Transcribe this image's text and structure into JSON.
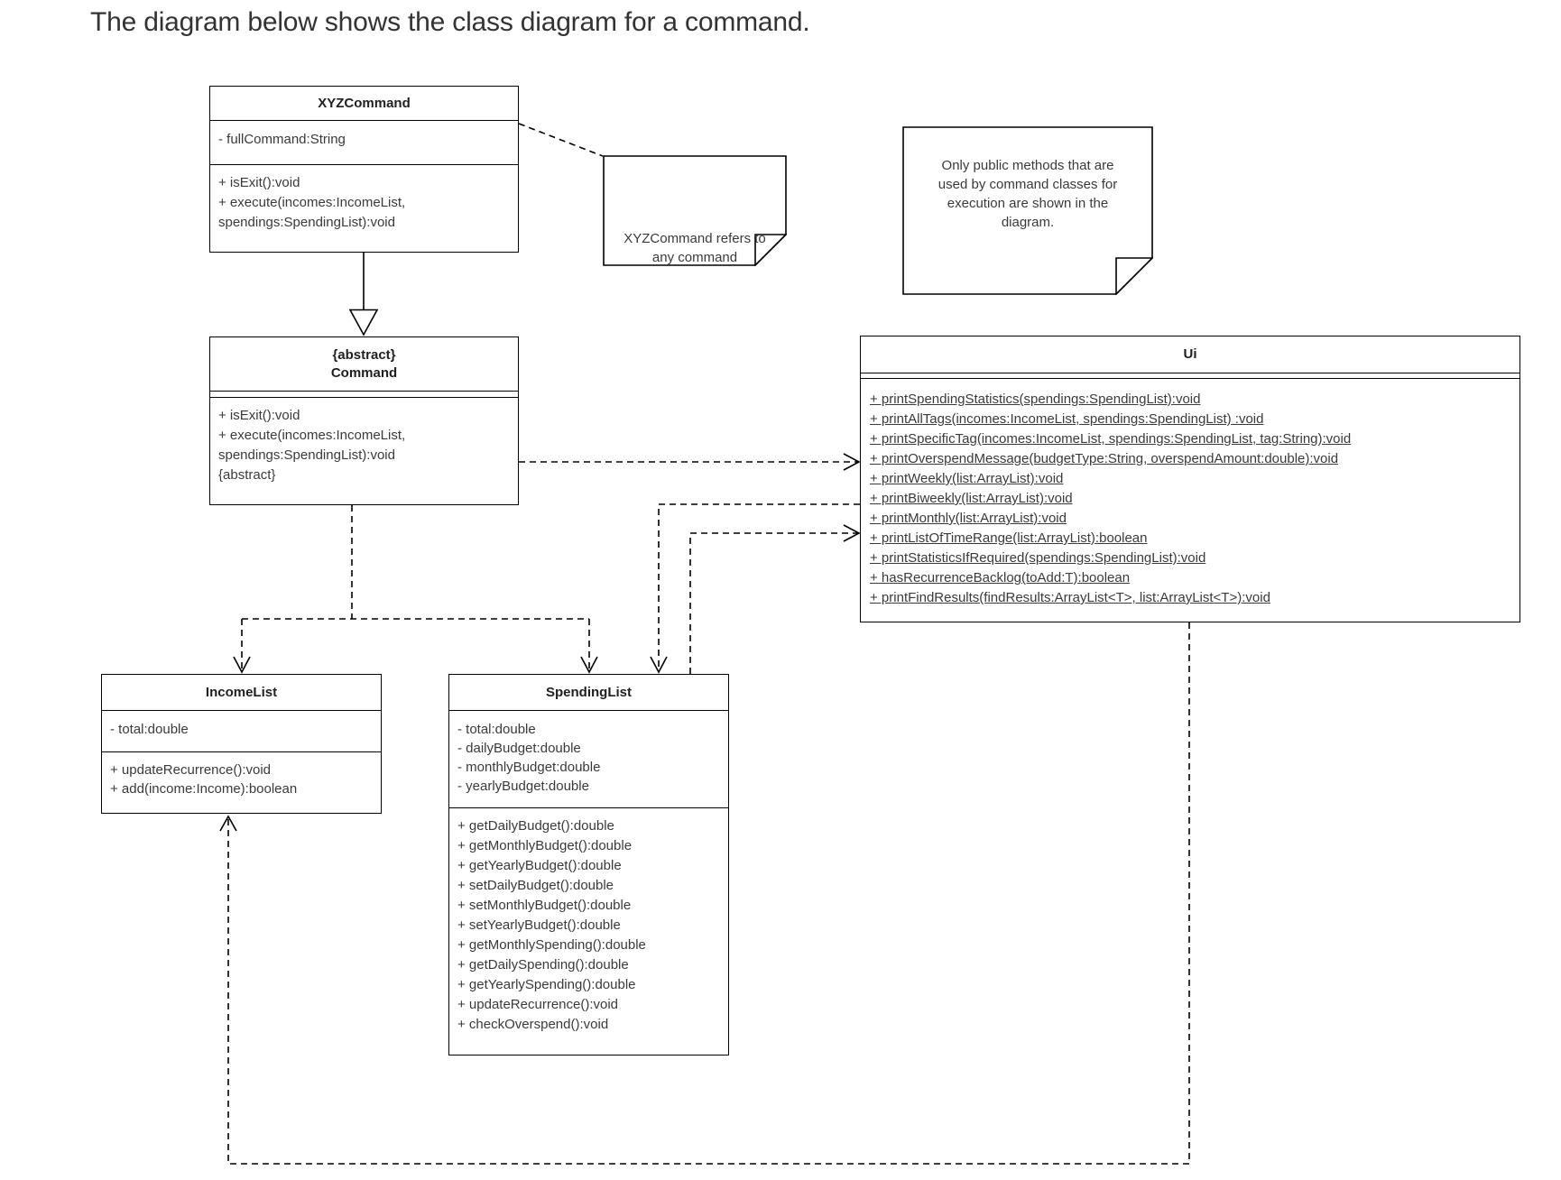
{
  "page": {
    "heading": "The diagram below shows the class diagram for a command."
  },
  "classes": {
    "xyzcommand": {
      "name": "XYZCommand",
      "attributes": [
        "- fullCommand:String"
      ],
      "methods": [
        "+ isExit():void",
        "+ execute(incomes:IncomeList,",
        "spendings:SpendingList):void"
      ]
    },
    "command": {
      "stereotype": "{abstract}",
      "name": "Command",
      "attributes": [],
      "methods": [
        "+ isExit():void",
        "+ execute(incomes:IncomeList,",
        "spendings:SpendingList):void",
        "{abstract}"
      ]
    },
    "ui": {
      "name": "Ui",
      "attributes": [],
      "methods": [
        "+ printSpendingStatistics(spendings:SpendingList):void",
        "+ printAllTags(incomes:IncomeList, spendings:SpendingList) :void",
        "+ printSpecificTag(incomes:IncomeList, spendings:SpendingList, tag:String):void",
        "+ printOverspendMessage(budgetType:String, overspendAmount:double):void",
        "+ printWeekly(list:ArrayList):void",
        "+ printBiweekly(list:ArrayList):void",
        "+ printMonthly(list:ArrayList):void",
        "+ printListOfTimeRange(list:ArrayList):boolean",
        "+ printStatisticsIfRequired(spendings:SpendingList):void",
        "+ hasRecurrenceBacklog(toAdd:T):boolean",
        "+ printFindResults(findResults:ArrayList<T>, list:ArrayList<T>):void"
      ]
    },
    "incomelist": {
      "name": "IncomeList",
      "attributes": [
        "- total:double"
      ],
      "methods": [
        "+ updateRecurrence():void",
        "+ add(income:Income):boolean"
      ]
    },
    "spendinglist": {
      "name": "SpendingList",
      "attributes": [
        "- total:double",
        "- dailyBudget:double",
        "- monthlyBudget:double",
        "- yearlyBudget:double"
      ],
      "methods": [
        "+ getDailyBudget():double",
        "+ getMonthlyBudget():double",
        "+ getYearlyBudget():double",
        "+ setDailyBudget():double",
        "+ setMonthlyBudget():double",
        "+ setYearlyBudget():double",
        "+ getMonthlySpending():double",
        "+ getDailySpending():double",
        "+ getYearlySpending():double",
        "+ updateRecurrence():void",
        "+ checkOverspend():void"
      ]
    }
  },
  "notes": {
    "xyzcommand_note": {
      "lines": [
        "XYZCommand refers to",
        "any command"
      ]
    },
    "public_methods_note": {
      "lines": [
        "Only public methods that are",
        "used by command classes for",
        "execution are shown in the",
        "diagram."
      ]
    }
  },
  "relationships": [
    {
      "from": "XYZCommand",
      "to": "Command",
      "type": "generalization",
      "style": "solid, hollow triangle at Command"
    },
    {
      "from": "XYZCommand",
      "to": "xyzcommand_note",
      "type": "note-link",
      "style": "dashed"
    },
    {
      "from": "Command",
      "to": "Ui",
      "type": "dependency",
      "style": "dashed, open arrow"
    },
    {
      "from": "Command",
      "to": "IncomeList",
      "type": "dependency",
      "style": "dashed, open arrow"
    },
    {
      "from": "Command",
      "to": "SpendingList",
      "type": "dependency",
      "style": "dashed, open arrow"
    },
    {
      "from": "Ui",
      "to": "SpendingList",
      "type": "dependency",
      "style": "dashed, open arrow"
    },
    {
      "from": "SpendingList",
      "to": "Ui",
      "type": "dependency",
      "style": "dashed, open arrow"
    },
    {
      "from": "Ui",
      "to": "IncomeList",
      "type": "dependency",
      "style": "dashed, open arrow"
    }
  ],
  "colors": {
    "stroke": "#000000",
    "text": "#3a3a3a",
    "background": "#ffffff"
  }
}
